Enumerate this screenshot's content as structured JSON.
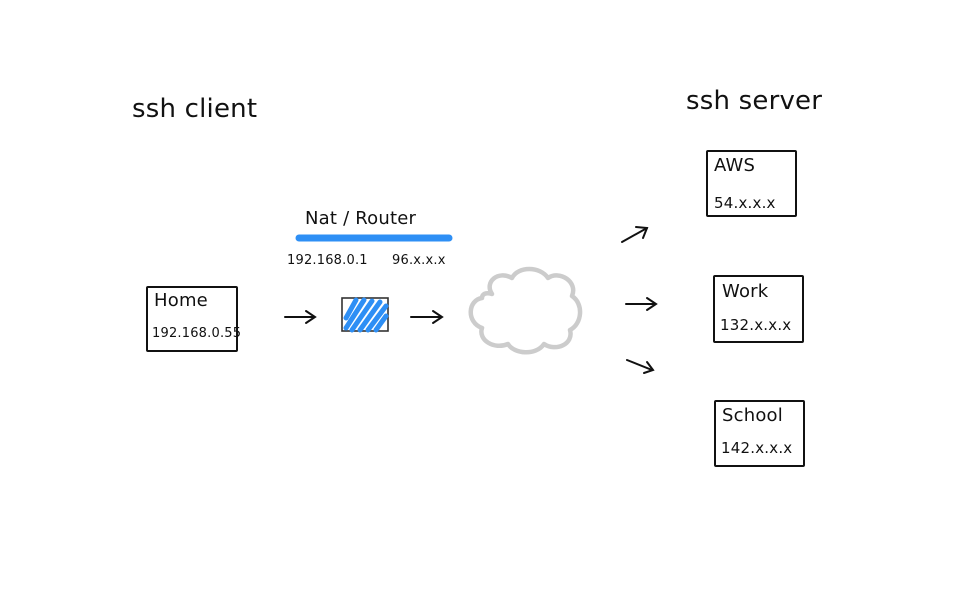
{
  "client": {
    "heading": "ssh client",
    "home": {
      "name": "Home",
      "ip": "192.168.0.55"
    }
  },
  "router": {
    "label": "Nat / Router",
    "lan_ip": "192.168.0.1",
    "wan_ip": "96.x.x.x",
    "accent_color": "#2e8ff5"
  },
  "internet": {
    "icon": "cloud-icon",
    "color": "#cccccc"
  },
  "server": {
    "heading": "ssh server",
    "hosts": [
      {
        "name": "AWS",
        "ip": "54.x.x.x"
      },
      {
        "name": "Work",
        "ip": "132.x.x.x"
      },
      {
        "name": "School",
        "ip": "142.x.x.x"
      }
    ]
  }
}
